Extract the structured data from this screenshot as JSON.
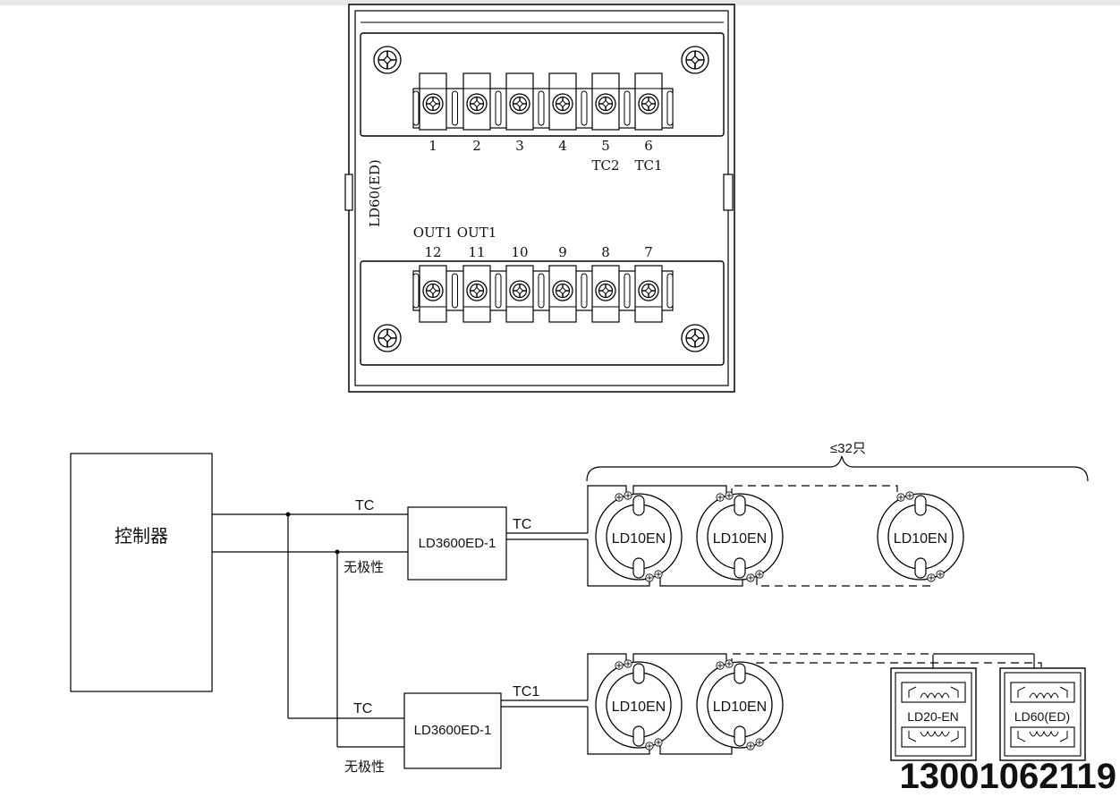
{
  "panel": {
    "model_label": "LD60(ED)",
    "top_terminals": [
      "1",
      "2",
      "3",
      "4",
      "5",
      "6"
    ],
    "top_sublabels": [
      "",
      "",
      "",
      "",
      "TC2",
      "TC1"
    ],
    "bottom_terminals": [
      "12",
      "11",
      "10",
      "9",
      "8",
      "7"
    ],
    "bottom_sublabels": [
      "OUT1",
      "OUT1",
      "",
      "",
      "",
      ""
    ]
  },
  "wiring": {
    "controller_label": "控制器",
    "module_top_label": "LD3600ED-1",
    "module_bottom_label": "LD3600ED-1",
    "bus_tc_label_top": "TC",
    "bus_nonpolar_label_top": "无极性",
    "bus_tc_label_bottom": "TC",
    "bus_nonpolar_label_bottom": "无极性",
    "out_top_label": "TC",
    "out_bottom_label": "TC1",
    "max_count_label": "≤32只",
    "detector_label": "LD10EN",
    "top_detectors": [
      "LD10EN",
      "LD10EN",
      "LD10EN"
    ],
    "bottom_detectors": [
      "LD10EN",
      "LD10EN"
    ],
    "extra_modules": [
      "LD20-EN",
      "LD60(ED)"
    ]
  },
  "phone_number": "13001062119"
}
